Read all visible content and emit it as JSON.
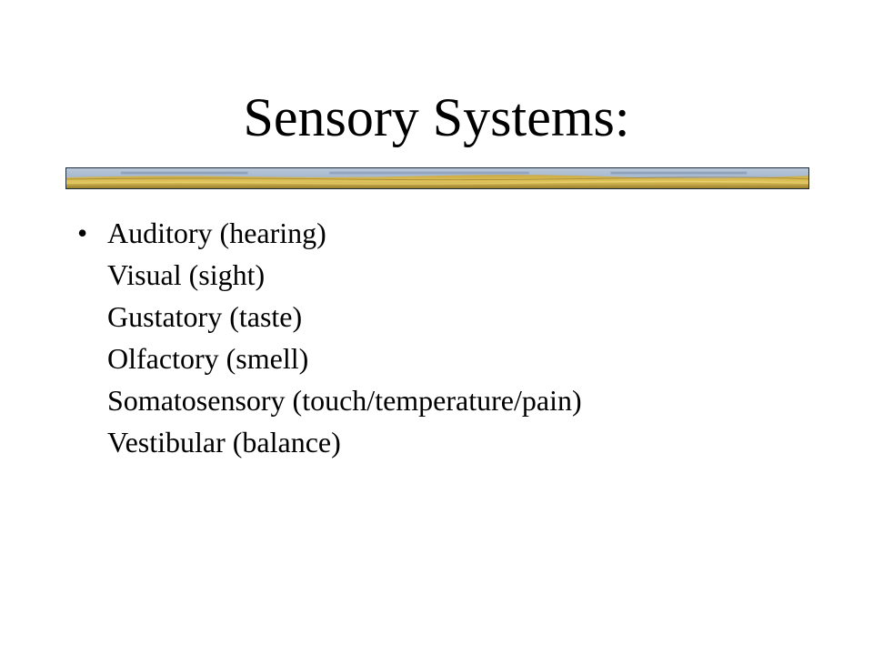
{
  "slide": {
    "title": "Sensory Systems:",
    "bullet_glyph": "•",
    "items": [
      "Auditory (hearing)",
      "Visual (sight)",
      "Gustatory (taste)",
      "Olfactory (smell)",
      "Somatosensory (touch/temperature/pain)",
      "Vestibular (balance)"
    ]
  },
  "banner": {
    "icon": "landscape-banner-image",
    "colors": {
      "sky": "#8fa6c4",
      "sky_light": "#b9c7d8",
      "field": "#d3b24a",
      "field_dark": "#9a7f2c",
      "frame": "#1c2a3a"
    }
  }
}
